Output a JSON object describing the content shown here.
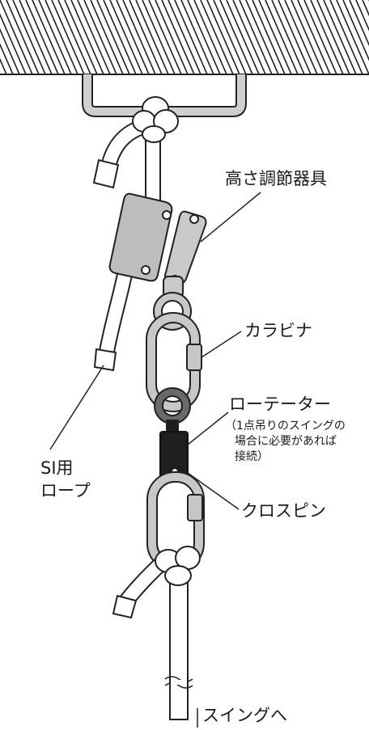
{
  "labels": {
    "adjuster": "高さ調節器具",
    "carabiner": "カラビナ",
    "rotator": "ローテーター",
    "rotator_note": [
      "（1点吊りのスイングの",
      "場合に必要があれば",
      "接続）"
    ],
    "crosspin": "クロスピン",
    "si_rope": [
      "SI用",
      "ロープ"
    ],
    "to_swing": "スイングへ"
  },
  "colors": {
    "line": "#222222",
    "metal": "#c9c9c9",
    "metal_dark": "#9a9a9a",
    "adjuster_fill": "#b9b9b9",
    "rotator_fill": "#1e1e1e",
    "rope": "#ffffff"
  }
}
